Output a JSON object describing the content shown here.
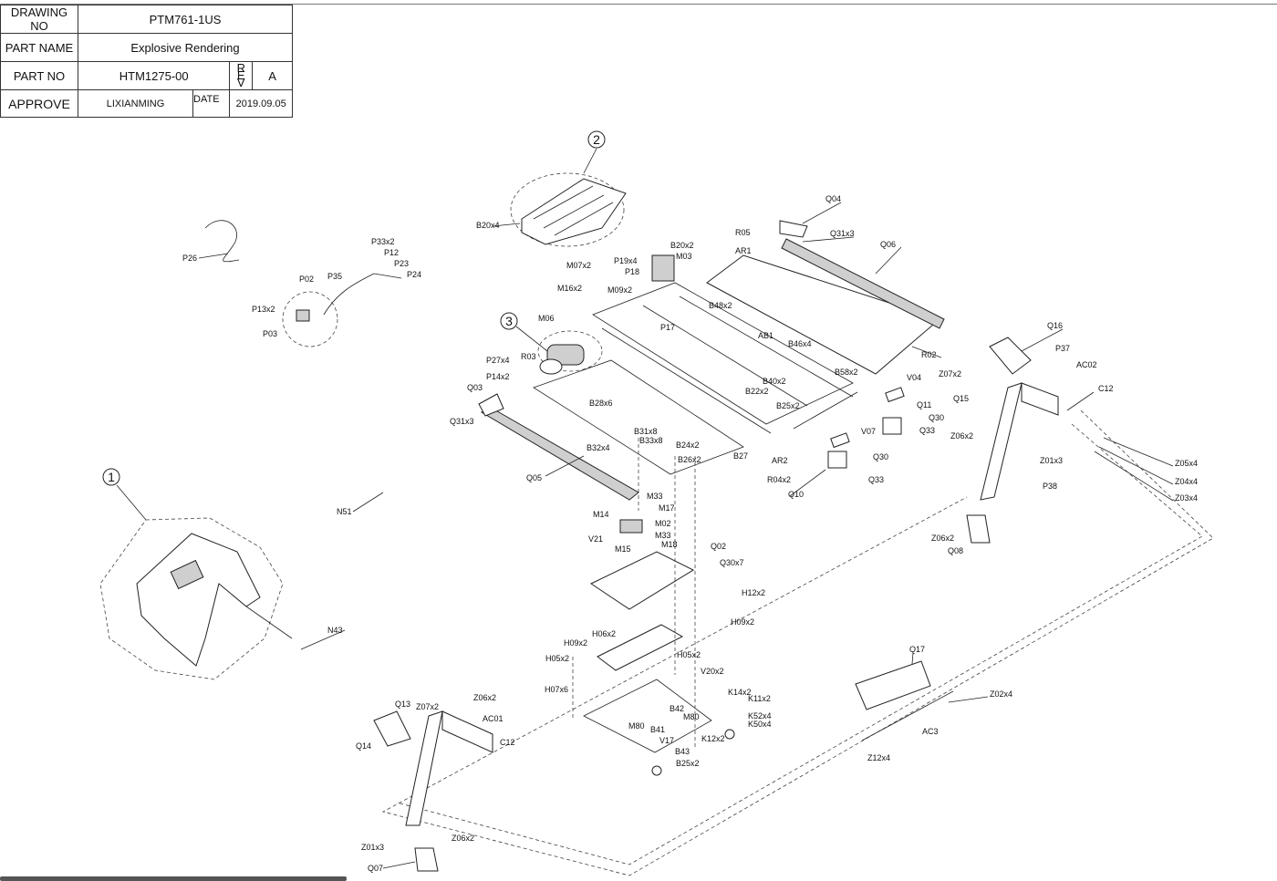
{
  "title_block": {
    "drawing_no_label": "DRAWING NO",
    "drawing_no_value": "PTM761-1US",
    "part_name_label": "PART NAME",
    "part_name_value": "Explosive Rendering",
    "part_no_label": "PART  NO",
    "part_no_value": "HTM1275-00",
    "rev_label_r": "R",
    "rev_label_e": "E",
    "rev_label_v": "V",
    "rev_value": "A",
    "approve_label": "APPROVE",
    "approve_value": "LIXIANMING",
    "date_label": "DATE",
    "date_value": "2019.09.05"
  },
  "callouts": [
    "1",
    "2",
    "3"
  ],
  "labels": [
    "P26",
    "P33x2",
    "P12",
    "P23",
    "P24",
    "P02",
    "P35",
    "P13x2",
    "P03",
    "B20x4",
    "Q04",
    "B20x2",
    "M03",
    "R05",
    "Q31x3",
    "Q06",
    "AR1",
    "M07x2",
    "P19x4",
    "P18",
    "M16x2",
    "M09x2",
    "B48x2",
    "P17",
    "M06",
    "R03",
    "P27x4",
    "P14x2",
    "Q03",
    "B28x6",
    "Q31x3",
    "AB1",
    "B46x4",
    "B40x2",
    "B58x2",
    "B22x2",
    "B25x2",
    "R02",
    "V04",
    "Q11",
    "Q30",
    "Q33",
    "V07",
    "Q30",
    "Q33",
    "AR2",
    "R04x2",
    "Q10",
    "B31x8",
    "B33x8",
    "B32x4",
    "B24x2",
    "B26x2",
    "B27",
    "Q05",
    "Q16",
    "P37",
    "Z07x2",
    "AC02",
    "C12",
    "Q15",
    "Z06x2",
    "Z01x3",
    "Z05x4",
    "Z04x4",
    "Z03x4",
    "P38",
    "Z06x2",
    "Q08",
    "N51",
    "M33",
    "M17",
    "M14",
    "M02",
    "M33",
    "M18",
    "V21",
    "M15",
    "Q02",
    "Q30x7",
    "H12x2",
    "H09x2",
    "H09x2",
    "H06x2",
    "H05x2",
    "H05x2",
    "N43",
    "H07x6",
    "V20x2",
    "K14x2",
    "K11x2",
    "B42",
    "M80",
    "M80",
    "K52x4",
    "K50x4",
    "B41",
    "V17",
    "K12x2",
    "B43",
    "B25x2",
    "Q17",
    "Z02x4",
    "AC3",
    "Z12x4",
    "Q13",
    "Z07x2",
    "Z06x2",
    "AC01",
    "C12",
    "Q14",
    "Z01x3",
    "Z06x2",
    "Q07"
  ]
}
